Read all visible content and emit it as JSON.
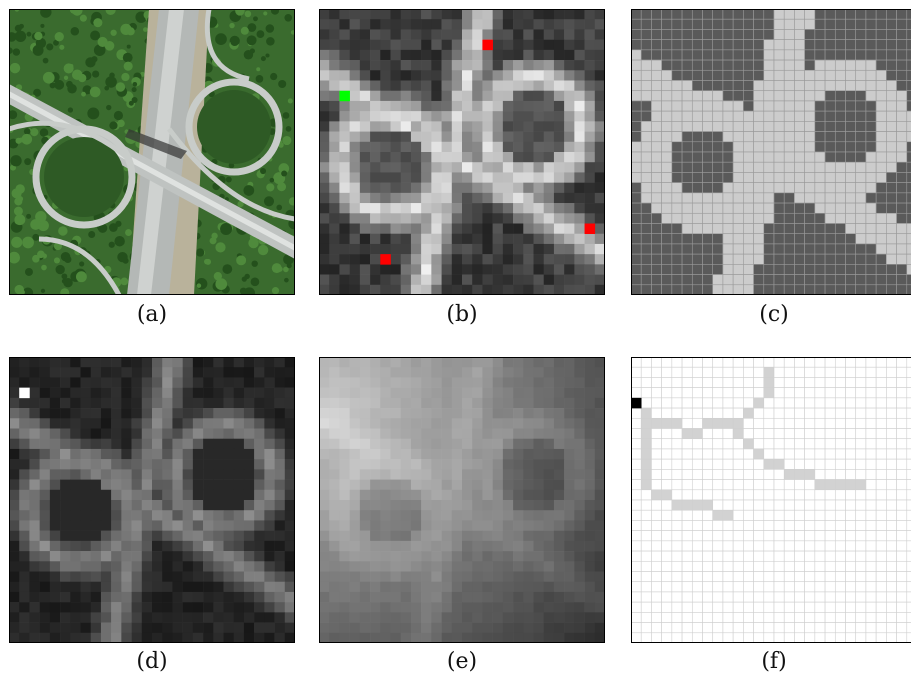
{
  "figure": {
    "panels": [
      {
        "id": "a",
        "label": "(a)",
        "kind": "aerial-photo"
      },
      {
        "id": "b",
        "label": "(b)",
        "kind": "pixelated-grayscale-with-markers",
        "markers": [
          {
            "color": "#ff0000",
            "cell": [
              16,
              3
            ]
          },
          {
            "color": "#00ff00",
            "cell": [
              2,
              8
            ]
          },
          {
            "color": "#ff0000",
            "cell": [
              6,
              24
            ]
          },
          {
            "color": "#ff0000",
            "cell": [
              26,
              21
            ]
          }
        ]
      },
      {
        "id": "c",
        "label": "(c)",
        "kind": "binary-segmentation-grid"
      },
      {
        "id": "d",
        "label": "(d)",
        "kind": "grayscale-intensity-map",
        "markers": [
          {
            "color": "#ffffff",
            "cell": [
              1,
              3
            ]
          }
        ]
      },
      {
        "id": "e",
        "label": "(e)",
        "kind": "smoothed-intensity-map"
      },
      {
        "id": "f",
        "label": "(f)",
        "kind": "path-on-white-grid",
        "markers": [
          {
            "color": "#000000",
            "cell": [
              0,
              4
            ]
          }
        ]
      }
    ]
  }
}
